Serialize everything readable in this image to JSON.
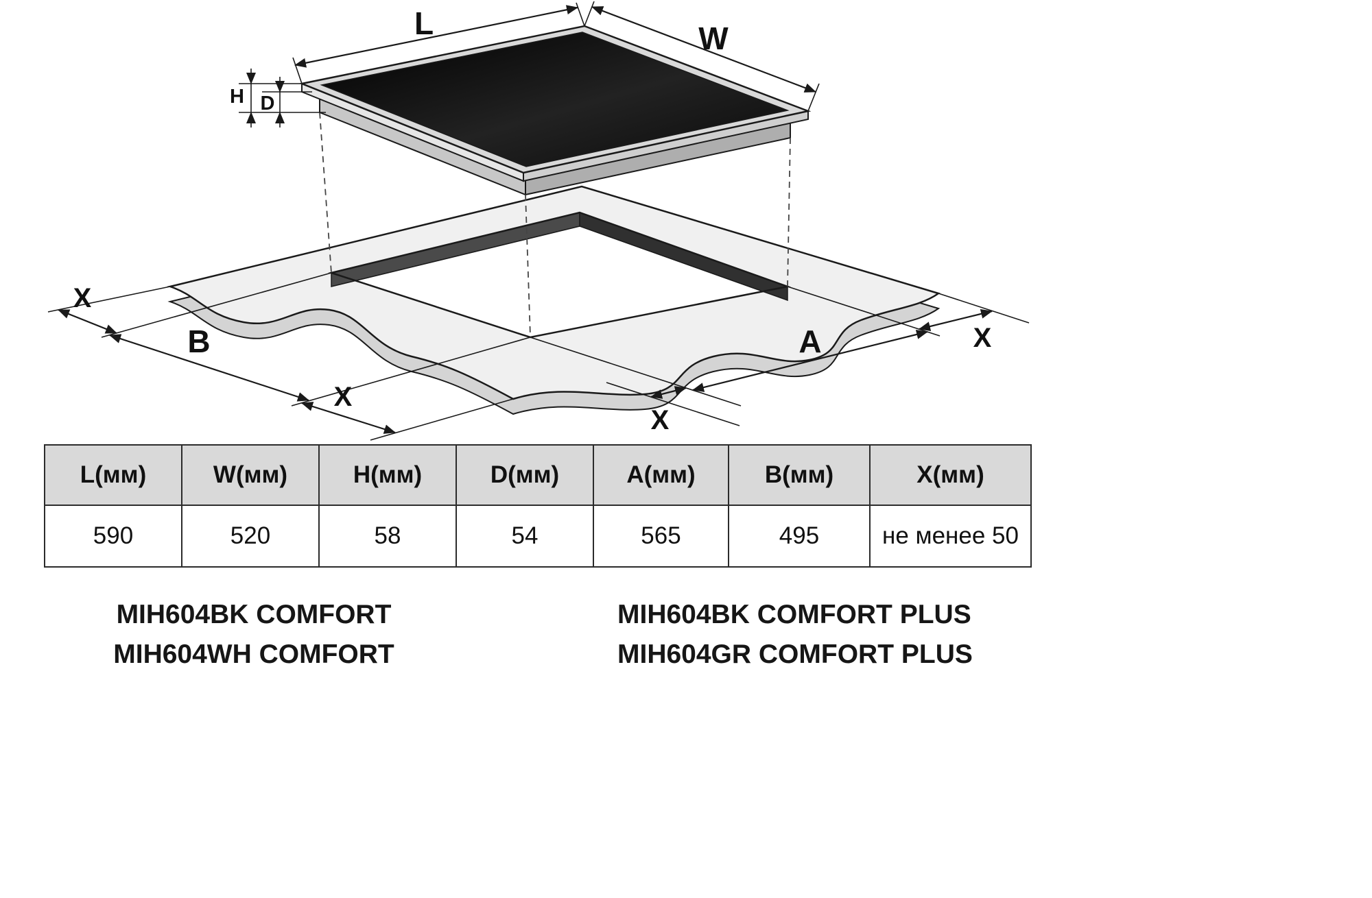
{
  "diagram": {
    "dim_labels": {
      "L": "L",
      "W": "W",
      "H": "H",
      "D": "D",
      "A": "A",
      "B": "B",
      "X": "X"
    }
  },
  "table": {
    "headers": [
      "L(мм)",
      "W(мм)",
      "H(мм)",
      "D(мм)",
      "A(мм)",
      "B(мм)",
      "X(мм)"
    ],
    "values": [
      "590",
      "520",
      "58",
      "54",
      "565",
      "495",
      "не менее 50"
    ]
  },
  "models": {
    "left": [
      "MIH604BK COMFORT",
      "MIH604WH COMFORT"
    ],
    "right": [
      "MIH604BK COMFORT PLUS",
      "MIH604GR COMFORT PLUS"
    ]
  },
  "colors": {
    "line": "#1a1a1a",
    "glass_dark": "#0d0d0d",
    "cooktop_frame": "#d9d9d9",
    "worktop_top": "#f0f0f0",
    "worktop_side": "#d4d4d4",
    "cutout_wall": "#3c3c3c",
    "table_header_bg": "#d9d9d9"
  }
}
